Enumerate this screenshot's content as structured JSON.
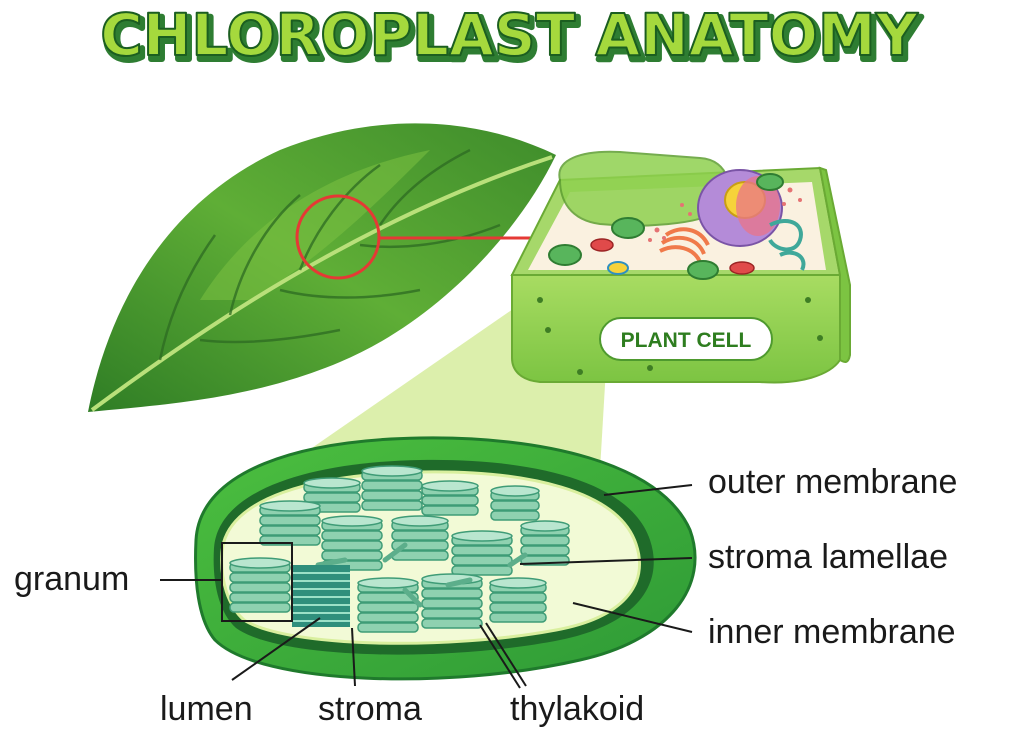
{
  "title": "CHLOROPLAST ANATOMY",
  "plant_cell_label": "PLANT CELL",
  "labels": {
    "outer_membrane": "outer membrane",
    "stroma_lamellae": "stroma lamellae",
    "inner_membrane": "inner membrane",
    "granum": "granum",
    "lumen": "lumen",
    "stroma": "stroma",
    "thylakoid": "thylakoid"
  },
  "colors": {
    "title_fill": "#9bd33a",
    "title_shadow": "#2e7d32",
    "leaf_dark": "#3f8a2c",
    "leaf_light": "#7cc142",
    "magnify_circle": "#e53935",
    "cone": "#d4ea9a",
    "chloroplast_outer": "#3aa635",
    "chloroplast_inner": "#1f6b2a",
    "stroma_bg": "#eaf6c9",
    "thylakoid": "#8fd1b0",
    "thylakoid_edge": "#3f9c77",
    "plant_cell_wall": "#8fd14f"
  }
}
